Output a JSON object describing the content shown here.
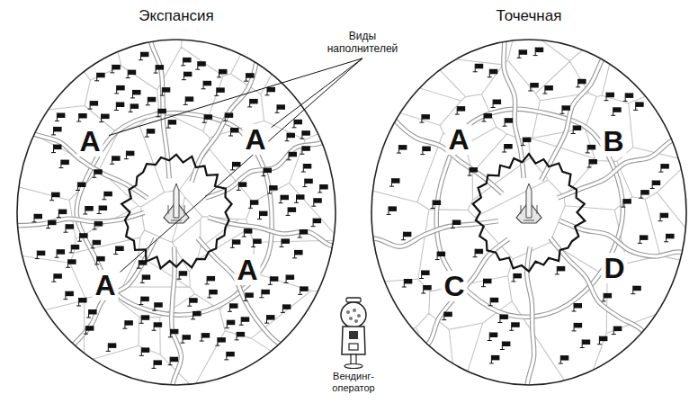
{
  "diagram": {
    "nodes": [
      {
        "text": [
          "Экспансия"
        ]
      },
      {
        "text": [
          "Точечная"
        ]
      }
    ],
    "labels": [
      "Виды наполнителей",
      "A",
      "A",
      "A",
      "A",
      "A",
      "B",
      "C",
      "D",
      "Вендинг- оператор"
    ]
  }
}
